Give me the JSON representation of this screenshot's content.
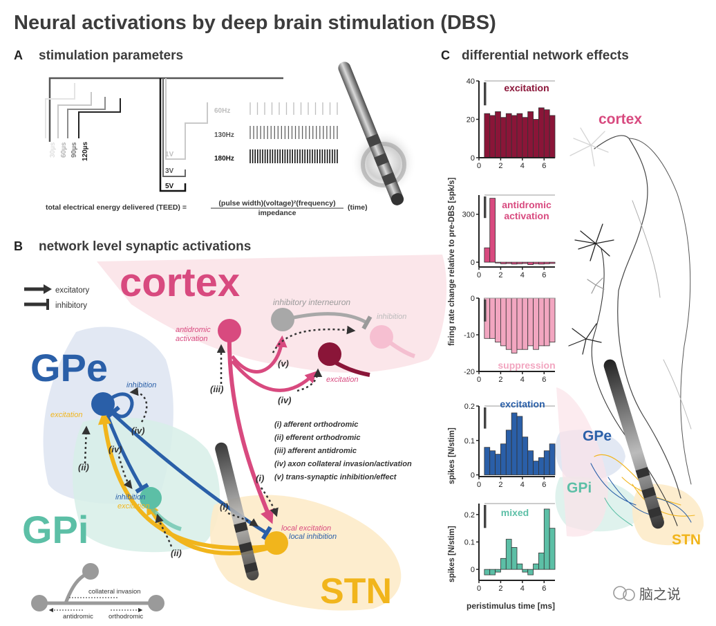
{
  "title": "Neural activations by deep brain stimulation (DBS)",
  "panel_a": {
    "letter": "A",
    "heading": "stimulation parameters",
    "pulse_widths": [
      "30µs",
      "60µs",
      "90µs",
      "120µs"
    ],
    "voltages": [
      "1V",
      "3V",
      "5V"
    ],
    "frequencies": [
      {
        "label": "60Hz",
        "count": 13,
        "color": "#bdbdbd"
      },
      {
        "label": "130Hz",
        "count": 26,
        "color": "#606060"
      },
      {
        "label": "180Hz",
        "count": 36,
        "color": "#111111"
      }
    ],
    "teed_lhs": "total electrical energy delivered (TEED) =",
    "teed_num": "(pulse width)(voltage)²(frequency)",
    "teed_den": "impedance",
    "teed_rhs": "(time)"
  },
  "panel_b": {
    "letter": "B",
    "heading": "network level synaptic activations",
    "legend": {
      "excitatory": "excitatory",
      "inhibitory": "inhibitory"
    },
    "regions": {
      "cortex": "cortex",
      "gpe": "GPe",
      "gpi": "GPi",
      "stn": "STN"
    },
    "labels": {
      "inhibitory_interneuron": "inhibitory interneuron",
      "inhibition_cortex": "inhibition",
      "antidromic_activation": "antidromic\nactivation",
      "excitation_cortex": "excitation",
      "inhibition_gpe": "inhibition",
      "excitation_gpe": "excitation",
      "inhibition_gpi": "inhibition",
      "excitation_gpi": "excitation",
      "local_excitation": "local excitation",
      "local_inhibition": "local inhibition"
    },
    "mechanisms": [
      "(i) afferent orthodromic",
      "(ii) efferent orthodromic",
      "(iii) afferent antidromic",
      "(iv) axon collateral invasion/activation",
      "(v) trans-synaptic inhibition/effect"
    ],
    "roman": {
      "i": "(i)",
      "ii": "(ii)",
      "iii": "(iii)",
      "iv": "(iv)",
      "v": "(v)"
    },
    "inset": {
      "collateral": "collateral invasion",
      "antidromic": "antidromic",
      "orthodromic": "orthodromic"
    }
  },
  "panel_c": {
    "letter": "C",
    "heading": "differential network effects",
    "ylabel_top": "firing rate change relative to pre-DBS [spk/s]",
    "ylabel_bottom": "spikes [N/stim]",
    "ylabel_bottom2": "spikes [N/stim]",
    "xlabel": "peristimulus time [ms]",
    "region_labels": {
      "cortex": "cortex",
      "gpe": "GPe",
      "gpi": "GPi",
      "stn": "STN"
    },
    "watermark": "脑之说"
  },
  "chart_data": [
    {
      "type": "bar",
      "title": "excitation",
      "color": "#8a1538",
      "x": [
        0.75,
        1.25,
        1.75,
        2.25,
        2.75,
        3.25,
        3.75,
        4.25,
        4.75,
        5.25,
        5.75,
        6.25,
        6.75
      ],
      "values": [
        23,
        22,
        24,
        21,
        23,
        22,
        23,
        21,
        24,
        20,
        26,
        25,
        22
      ],
      "ylim": [
        0,
        40
      ],
      "xlim": [
        0,
        7
      ],
      "yticks": [
        0,
        20,
        40
      ],
      "xticks": [
        0,
        2,
        4,
        6
      ]
    },
    {
      "type": "bar",
      "title": "antidromic\nactivation",
      "color": "#d84a7f",
      "x": [
        0.75,
        1.25,
        1.75,
        2.25,
        2.75,
        3.25,
        3.75,
        4.25,
        4.75,
        5.25,
        5.75,
        6.25,
        6.75
      ],
      "values": [
        90,
        400,
        -5,
        -10,
        -8,
        -12,
        -10,
        -8,
        -15,
        -10,
        -12,
        -10,
        -8
      ],
      "ylim": [
        -30,
        420
      ],
      "xlim": [
        0,
        7
      ],
      "yticks": [
        0,
        300
      ],
      "xticks": [
        0,
        2,
        4,
        6
      ]
    },
    {
      "type": "bar",
      "title": "suppression",
      "color": "#f2a6c0",
      "x": [
        0.75,
        1.25,
        1.75,
        2.25,
        2.75,
        3.25,
        3.75,
        4.25,
        4.75,
        5.25,
        5.75,
        6.25,
        6.75
      ],
      "values": [
        -11,
        -11,
        -12,
        -13,
        -14,
        -15,
        -14,
        -14,
        -13,
        -14,
        -13,
        -13,
        -12
      ],
      "ylim": [
        -20,
        0
      ],
      "xlim": [
        0,
        7
      ],
      "yticks": [
        0,
        -10,
        -20
      ],
      "xticks": [
        0,
        2,
        4,
        6
      ]
    },
    {
      "type": "bar",
      "title": "excitation",
      "color": "#2a5fa8",
      "x": [
        0.75,
        1.25,
        1.75,
        2.25,
        2.75,
        3.25,
        3.75,
        4.25,
        4.75,
        5.25,
        5.75,
        6.25,
        6.75
      ],
      "values": [
        0.08,
        0.07,
        0.06,
        0.09,
        0.13,
        0.18,
        0.17,
        0.11,
        0.07,
        0.04,
        0.05,
        0.07,
        0.09
      ],
      "ylim": [
        -0.005,
        0.2
      ],
      "xlim": [
        0,
        7
      ],
      "yticks": [
        0,
        0.1,
        0.2
      ],
      "xticks": [
        0,
        2,
        4,
        6
      ]
    },
    {
      "type": "bar",
      "title": "mixed",
      "color": "#5cbfa6",
      "x": [
        0.75,
        1.25,
        1.75,
        2.25,
        2.75,
        3.25,
        3.75,
        4.25,
        4.75,
        5.25,
        5.75,
        6.25,
        6.75
      ],
      "values": [
        -0.02,
        -0.02,
        -0.01,
        0.04,
        0.11,
        0.08,
        0.02,
        -0.01,
        -0.02,
        0.02,
        0.06,
        0.22,
        0.15
      ],
      "ylim": [
        -0.04,
        0.24
      ],
      "xlim": [
        0,
        7
      ],
      "yticks": [
        0,
        0.1,
        0.2
      ],
      "xticks": [
        0,
        2,
        4,
        6
      ]
    }
  ]
}
